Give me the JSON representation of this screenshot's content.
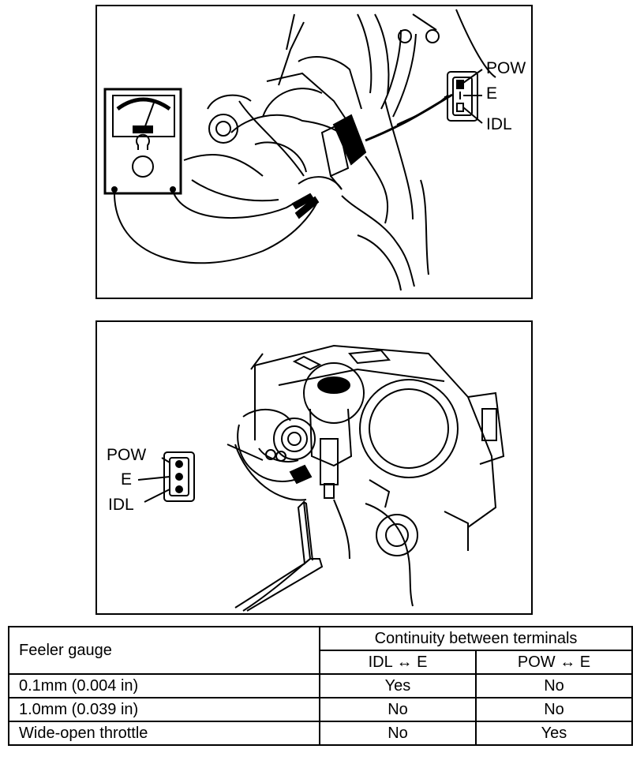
{
  "figure_top": {
    "labels": {
      "pow": "POW",
      "e": "E",
      "idl": "IDL"
    }
  },
  "figure_bottom": {
    "labels": {
      "pow": "POW",
      "e": "E",
      "idl": "IDL"
    }
  },
  "table": {
    "row_header": "Feeler gauge",
    "group_header": "Continuity between terminals",
    "col_idl": "IDL ↔ E",
    "col_pow": "POW ↔ E",
    "rows": [
      {
        "gauge": "0.1mm (0.004 in)",
        "idl": "Yes",
        "pow": "No"
      },
      {
        "gauge": "1.0mm (0.039 in)",
        "idl": "No",
        "pow": "No"
      },
      {
        "gauge": "Wide-open throttle",
        "idl": "No",
        "pow": "Yes"
      }
    ]
  }
}
